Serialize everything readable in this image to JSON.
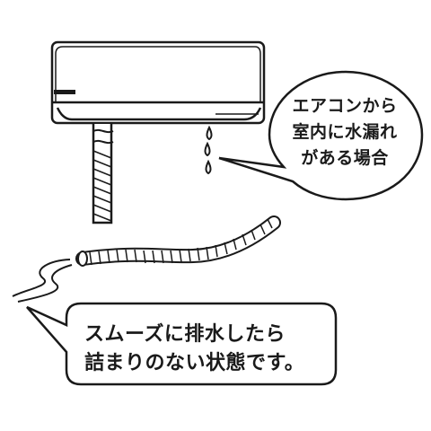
{
  "bubbles": {
    "top": {
      "lines": [
        "エアコンから",
        "室内に水漏れ",
        "がある場合"
      ]
    },
    "bottom": {
      "lines": [
        "スムーズに排水したら",
        "詰まりのない状態です。"
      ]
    }
  },
  "colors": {
    "ink": "#1a1a1a",
    "background": "#ffffff"
  }
}
